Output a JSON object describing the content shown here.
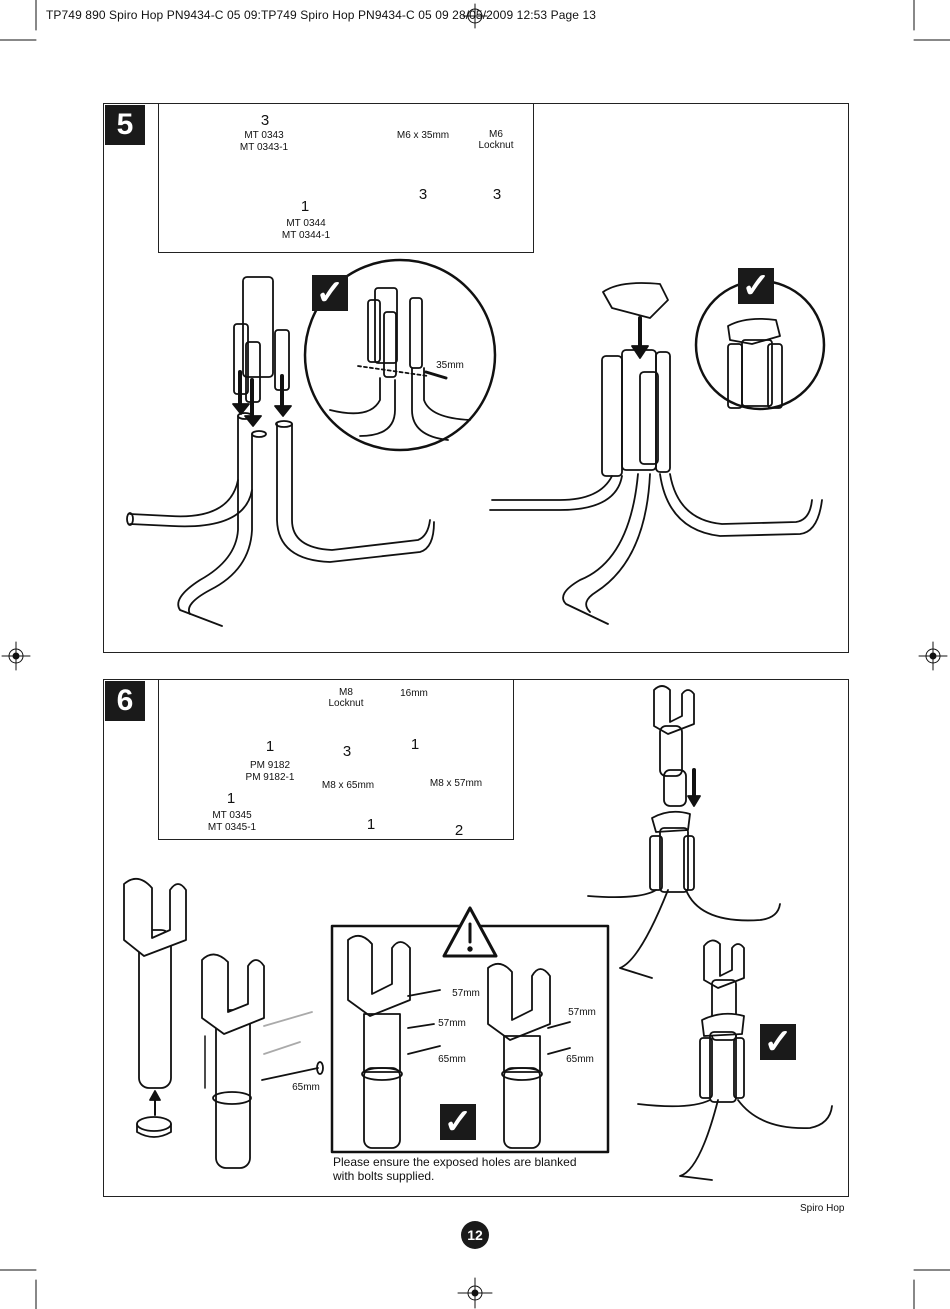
{
  "header": {
    "text": "TP749 890 Spiro Hop PN9434-C 05 09:TP749 Spiro Hop PN9434-C 05 09  28/05/2009  12:53  Page 13"
  },
  "step5": {
    "number": "5",
    "parts": [
      {
        "qty": "3",
        "codes": [
          "MT 0343",
          "MT 0343-1"
        ]
      },
      {
        "qty": "1",
        "codes": [
          "MT 0344",
          "MT 0344-1"
        ]
      },
      {
        "label": "M6 x 35mm",
        "qty": "3"
      },
      {
        "label_lines": [
          "M6",
          "Locknut"
        ],
        "qty": "3"
      }
    ],
    "dimension": "35mm",
    "check": "✓"
  },
  "step6": {
    "number": "6",
    "parts": [
      {
        "qty": "1",
        "codes": [
          "MT 0345",
          "MT 0345-1"
        ]
      },
      {
        "qty": "1",
        "codes": [
          "PM 9182",
          "PM 9182-1"
        ]
      },
      {
        "label_lines": [
          "M8",
          "Locknut"
        ],
        "qty": "3"
      },
      {
        "label": "16mm",
        "qty": "1"
      },
      {
        "label": "M8 x 65mm",
        "qty": "1"
      },
      {
        "label": "M8 x 57mm",
        "qty": "2"
      }
    ],
    "dims": {
      "d65a": "65mm",
      "d57a": "57mm",
      "d57b": "57mm",
      "d65b": "65mm",
      "d57c": "57mm",
      "d65c": "65mm"
    },
    "warning_note_lines": [
      "Please ensure the exposed holes are blanked",
      "with bolts supplied."
    ],
    "check": "✓"
  },
  "footer": {
    "product": "Spiro Hop",
    "page": "12"
  }
}
